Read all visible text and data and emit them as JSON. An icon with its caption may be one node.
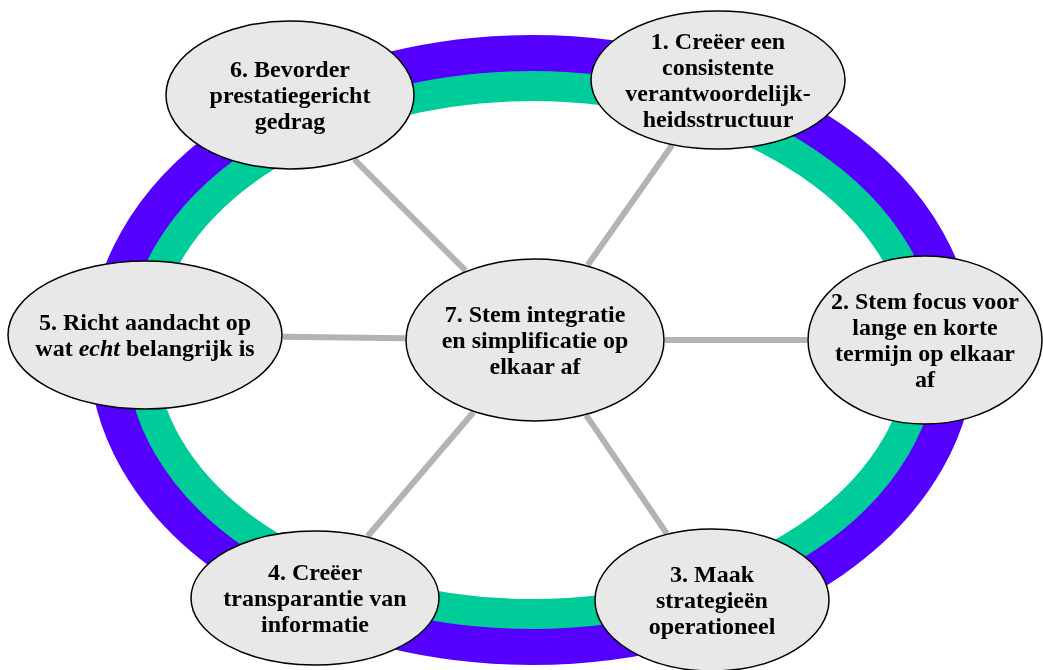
{
  "diagram": {
    "nodes": [
      {
        "text": [
          "1. Creëer een consistente verantwoordelijk-heidsstructuur"
        ]
      },
      {
        "text": [
          "2. Stem focus voor lange en korte termijn op elkaar af"
        ]
      },
      {
        "text": [
          "3. Maak strategieën operationeel"
        ]
      },
      {
        "text": [
          "4. Creëer transparantie van informatie"
        ]
      },
      {
        "text": [
          "5. Richt aandacht op wat *echt* belangrijk is"
        ]
      },
      {
        "text": [
          "6. Bevorder prestatiegericht gedrag"
        ]
      },
      {
        "text": [
          "7. Stem integratie en simplificatie op elkaar af"
        ]
      }
    ],
    "edges": [
      {
        "from": 6,
        "to": 0,
        "arrow": "none"
      },
      {
        "from": 6,
        "to": 1,
        "arrow": "none"
      },
      {
        "from": 6,
        "to": 2,
        "arrow": "none"
      },
      {
        "from": 6,
        "to": 3,
        "arrow": "none"
      },
      {
        "from": 6,
        "to": 4,
        "arrow": "none"
      },
      {
        "from": 6,
        "to": 5,
        "arrow": "none"
      }
    ]
  }
}
